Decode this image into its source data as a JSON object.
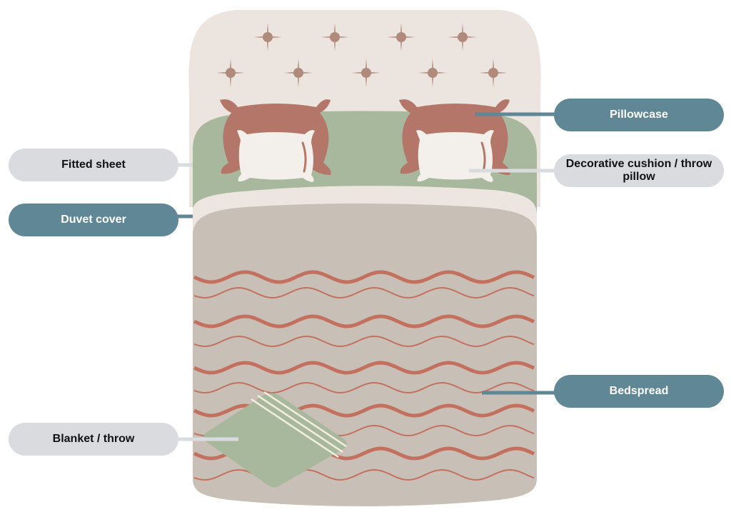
{
  "labels": {
    "pillowcase": "Pillowcase",
    "decorative_cushion": "Decorative cushion / throw pillow",
    "fitted_sheet": "Fitted sheet",
    "duvet_cover": "Duvet cover",
    "bedspread": "Bedspread",
    "blanket": "Blanket / throw"
  },
  "colors": {
    "headboard": "#ece4df",
    "fitted_sheet": "#a8b89c",
    "pillowcase": "#b5766a",
    "pillow": "#f3efeb",
    "bedspread": "#c8c0b6",
    "wave": "#c4705f",
    "label_blue": "#5f8796",
    "label_grey": "#d9dbdf",
    "star": "#b08a7a"
  }
}
